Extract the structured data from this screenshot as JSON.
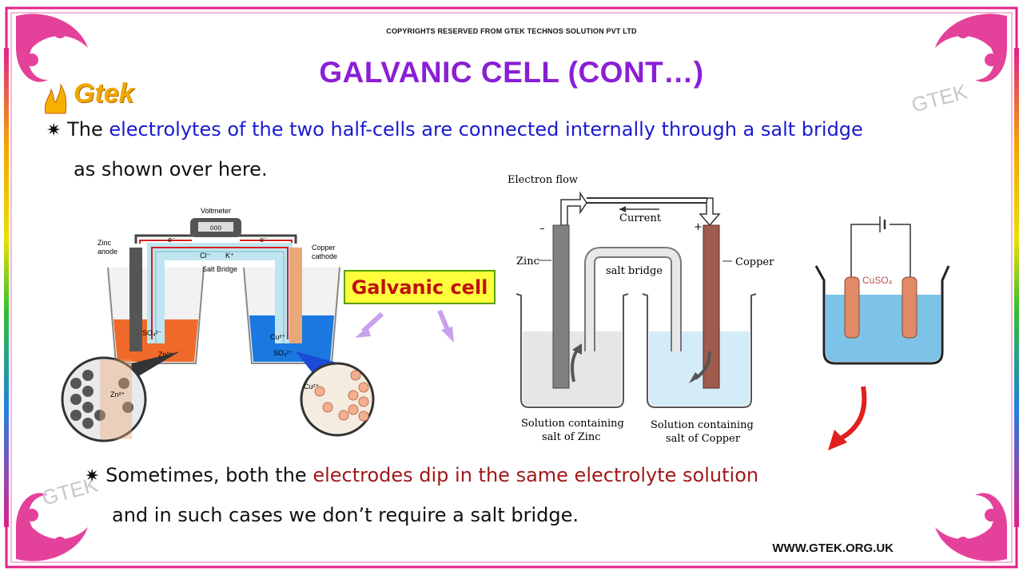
{
  "header": {
    "copyright": "COPYRIGHTS RESERVED FROM GTEK TECHNOS SOLUTION PVT LTD",
    "title": "GALVANIC CELL (CONT…)",
    "logo_text": "Gtek"
  },
  "watermarks": [
    "GTEK",
    "GTEK"
  ],
  "bullet1": {
    "prefix": "The ",
    "highlight": "electrolytes of the two half-cells are connected internally through a salt bridge",
    "line2": "as shown over here."
  },
  "bullet2": {
    "prefix": "Sometimes, both the ",
    "highlight": "electrodes dip in the same electrolyte solution",
    "line2": "and in such cases we don’t require a salt bridge."
  },
  "callout": "Galvanic cell",
  "diagram_left": {
    "voltmeter": "Voltmeter",
    "zinc_anode_1": "Zinc",
    "zinc_anode_2": "anode",
    "copper_cathode_1": "Copper",
    "copper_cathode_2": "cathode",
    "salt_bridge": "Salt Bridge",
    "cl": "Cl⁻",
    "k": "K⁺",
    "e_left": "e⁻",
    "e_right": "e⁻",
    "so4_left": "SO₄²⁻",
    "zn2": "Zn²⁺",
    "cu2": "Cu²⁺",
    "so4_right": "SO₄²⁻",
    "zn2_zoom": "Zn²⁺",
    "cu2_zoom": "Cu²⁺"
  },
  "diagram_middle": {
    "electron_flow": "Electron flow",
    "current": "Current",
    "minus": "–",
    "plus": "+",
    "zinc": "Zinc",
    "copper": "Copper",
    "salt_bridge": "salt bridge",
    "zinc_solution_1": "Solution containing",
    "zinc_solution_2": "salt of Zinc",
    "copper_solution_1": "Solution containing",
    "copper_solution_2": "salt of Copper"
  },
  "diagram_right": {
    "electrolyte": "CuSO₄"
  },
  "footer": {
    "website": "WWW.GTEK.ORG.UK"
  },
  "colors": {
    "title": "#8a1fd6",
    "highlight_blue": "#1a1ad0",
    "highlight_red": "#a01919",
    "callout_bg": "#ffff3c",
    "border_pink": "#e0208a"
  }
}
